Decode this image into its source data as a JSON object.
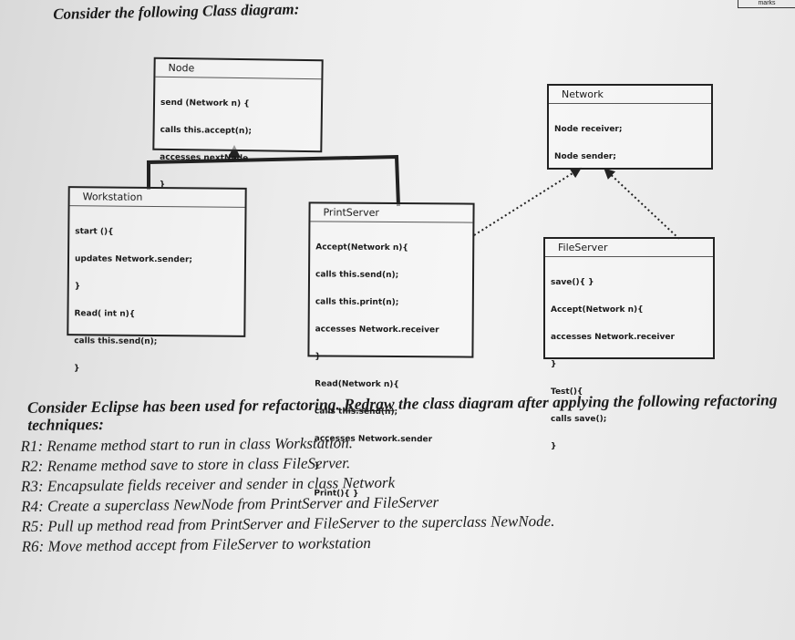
{
  "intro": "Consider the following Class diagram:",
  "corner_mark": "marks",
  "classes": {
    "node": {
      "name": "Node",
      "lines": [
        "send (Network n) {",
        "calls this.accept(n);",
        "accesses nextNode",
        "}"
      ]
    },
    "network": {
      "name": "Network",
      "lines": [
        "Node receiver;",
        "Node sender;"
      ]
    },
    "workstation": {
      "name": "Workstation",
      "lines": [
        "start (){",
        "updates Network.sender;",
        "}",
        "Read( int n){",
        "calls this.send(n);",
        "}"
      ]
    },
    "printserver": {
      "name": "PrintServer",
      "lines": [
        "Accept(Network n){",
        "calls this.send(n);",
        "calls this.print(n);",
        "accesses Network.receiver",
        "}",
        "Read(Network n){",
        "calls this.send(n);",
        "accesses Network.sender",
        "}",
        "Print(){ }"
      ]
    },
    "fileserver": {
      "name": "FileServer",
      "lines": [
        "save(){ }",
        "Accept(Network n){",
        "accesses Network.receiver",
        "}",
        "Test(){",
        "calls save();",
        "}"
      ]
    }
  },
  "question_before": "Consider Eclipse has been used for refactoring. ",
  "question_link": "Redraw",
  "question_after": " the class diagram after applying the following refactoring techniques:",
  "requirements": [
    "R1: Rename method start to run in class Workstation.",
    "R2: Rename method save to store in class FileServer.",
    "R3: Encapsulate fields receiver and sender in class Network",
    "R4: Create a superclass NewNode from PrintServer and FileServer",
    "R5: Pull up method read from PrintServer and FileServer to the superclass NewNode.",
    "R6: Move method accept from FileServer to workstation"
  ]
}
